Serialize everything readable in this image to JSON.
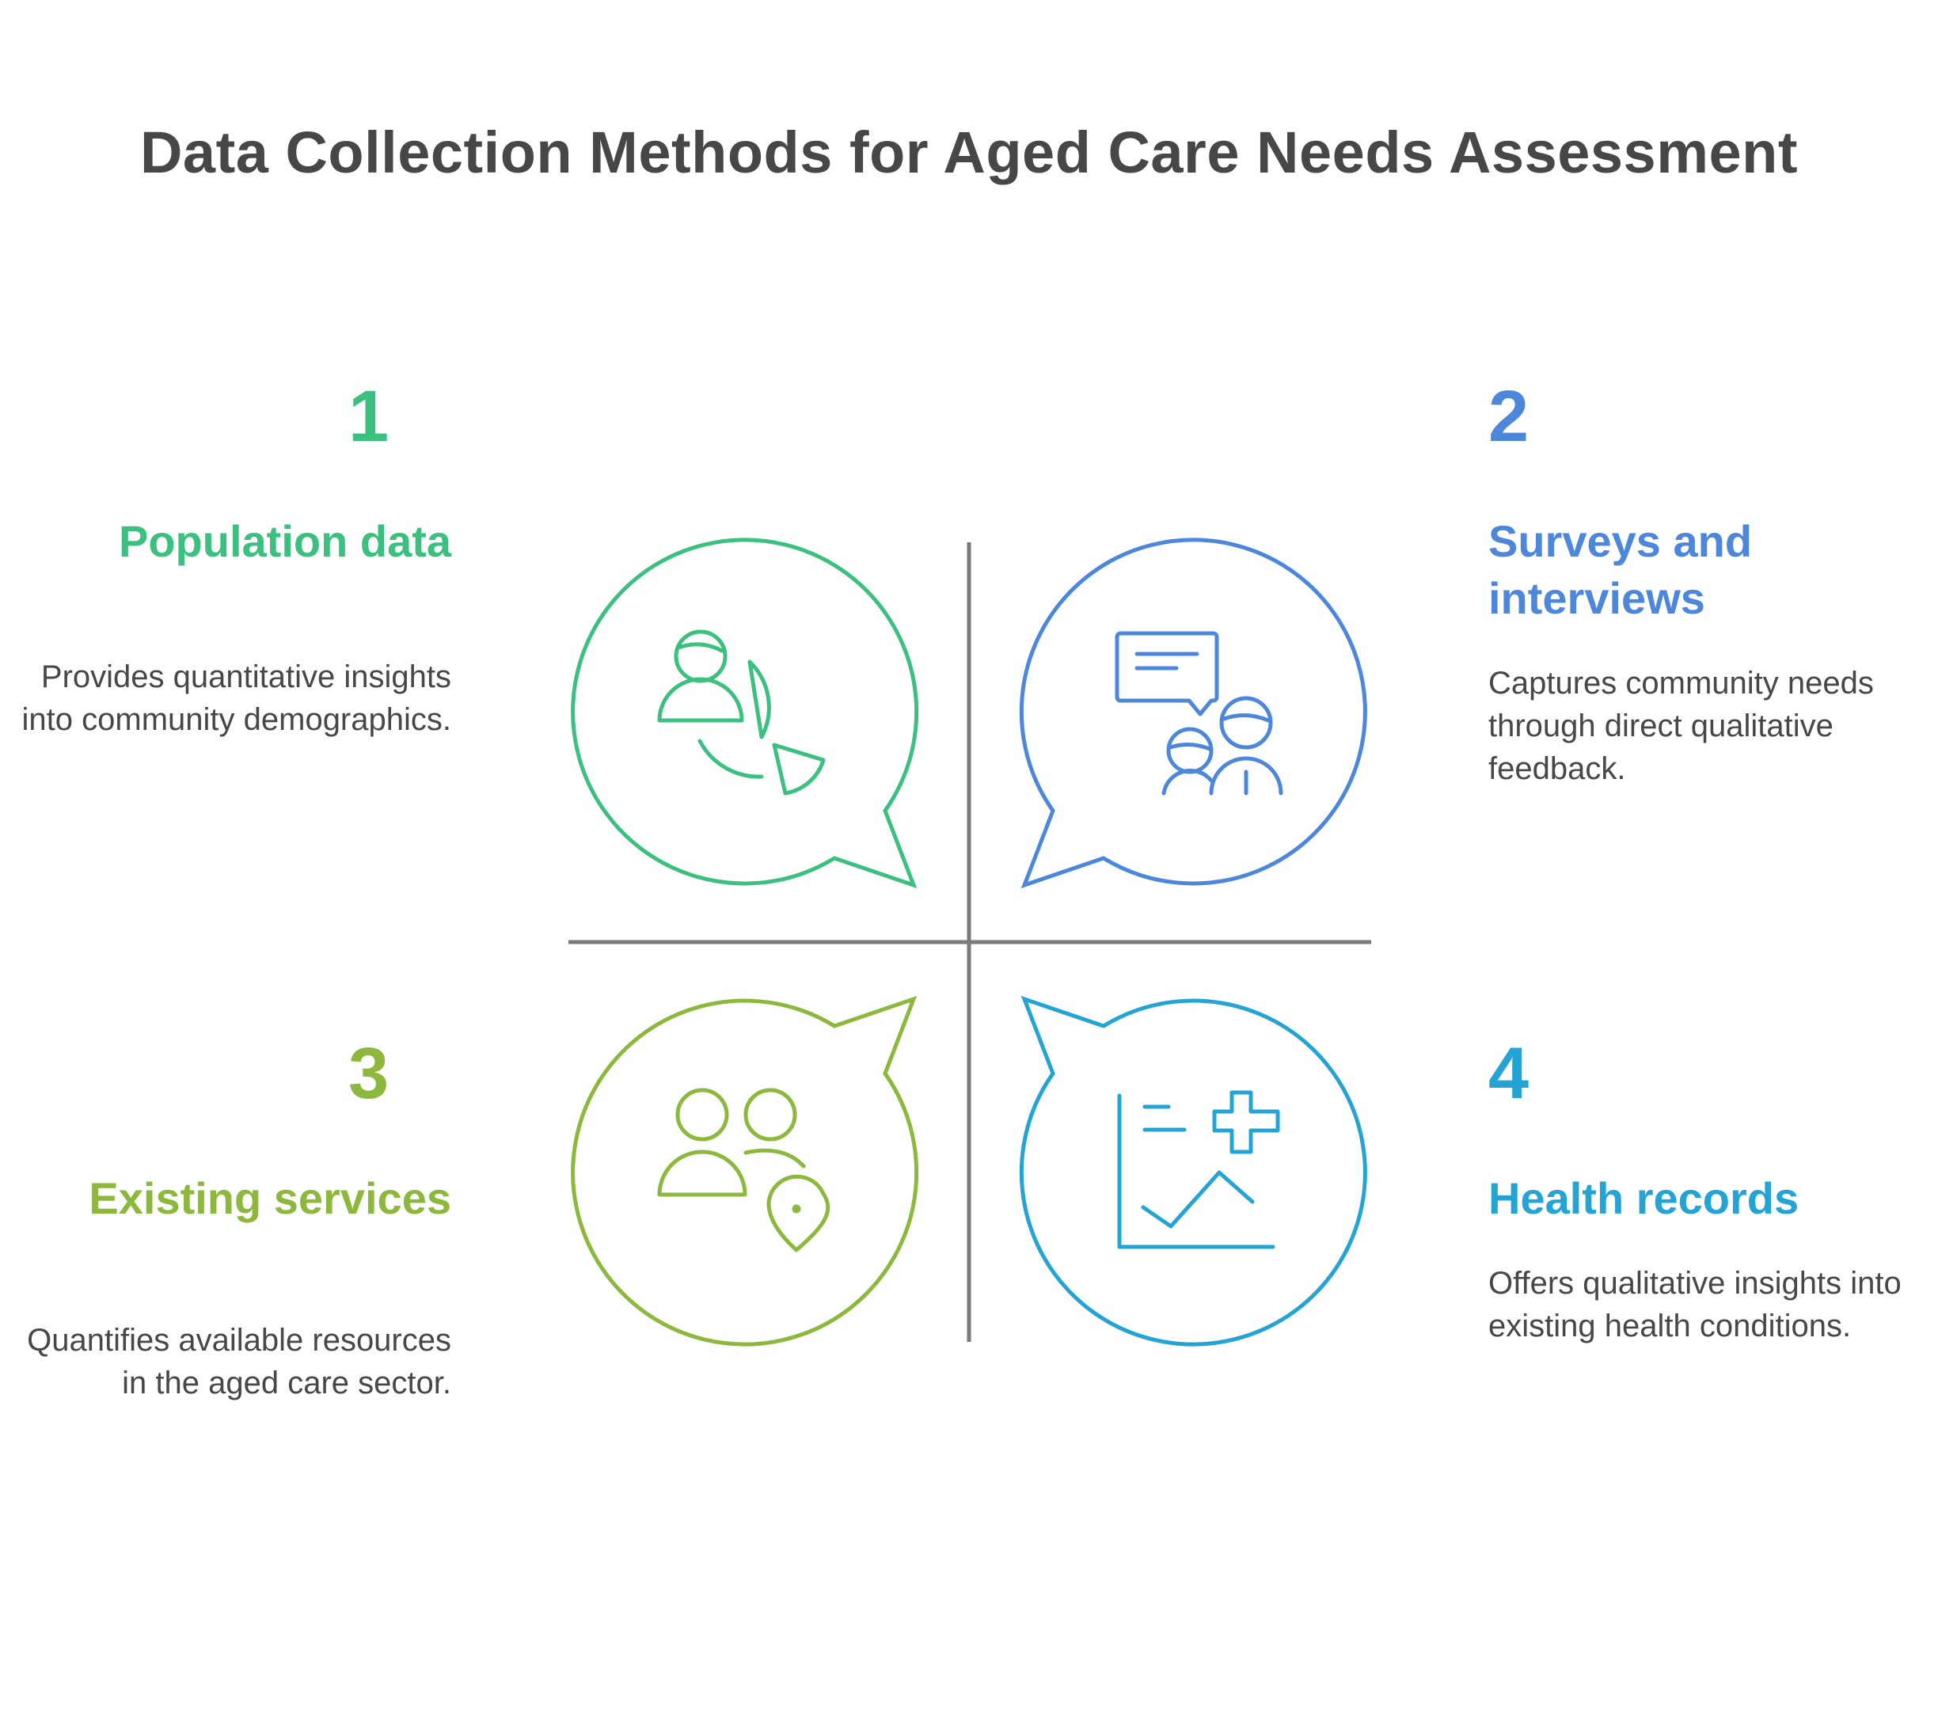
{
  "title": "Data Collection Methods for Aged Care Needs Assessment",
  "items": [
    {
      "number": "1",
      "heading": "Population data",
      "description": "Provides quantitative insights into community demographics.",
      "color": "#3cc080",
      "icon": "population-pie-chart-icon"
    },
    {
      "number": "2",
      "heading": "Surveys and interviews",
      "description": "Captures community needs through direct qualitative feedback.",
      "color": "#4c87dc",
      "icon": "conversation-people-icon"
    },
    {
      "number": "3",
      "heading": "Existing services",
      "description": "Quantifies available resources in the aged care sector.",
      "color": "#8cb83c",
      "icon": "people-location-icon"
    },
    {
      "number": "4",
      "heading": "Health records",
      "description": "Offers qualitative insights into existing health conditions.",
      "color": "#24a4d4",
      "icon": "health-chart-icon"
    }
  ],
  "divider_color": "#7a7a7a"
}
